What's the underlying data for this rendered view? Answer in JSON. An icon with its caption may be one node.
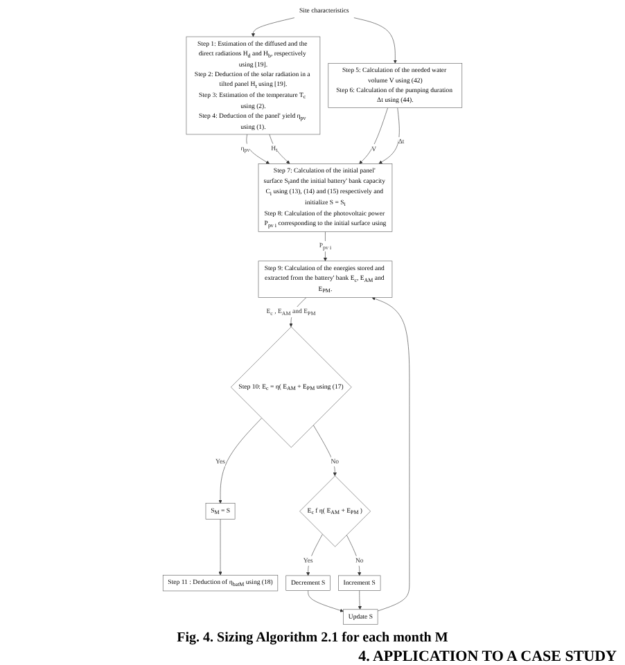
{
  "diagram": {
    "caption": "Fig. 4. Sizing Algorithm 2.1 for each month M",
    "nodes": [
      {
        "text": [
          "Site characteristics"
        ]
      },
      {
        "text": [
          "Step 1: Estimation of the diffused and the direct radiations H$_{d}$ and H$_{b}$, respectively using [19].",
          "Step 2: Deduction of the solar radiation in a tilted panel H$_{t}$ using [19].",
          "Step 3: Estimation of the temperature T$_{c}$ using (2).",
          "Step 4: Deduction of the panel' yield η$_{pv}$ using (1)."
        ]
      },
      {
        "text": [
          "Step 5: Calculation of the needed water volume V using (42)",
          "Step 6: Calculation of the pumping duration Δt using (44)."
        ]
      },
      {
        "text": [
          "Step 7: Calculation of the initial panel' surface S$_{i}$and the initial battery' bank capacity C$_{i}$ using (13), (14) and (15) respectively and initialize S = S$_{i}$",
          "Step 8: Calculation of the photovoltaic power P$_{pv i}$ corresponding to the initial surface using"
        ]
      },
      {
        "text": [
          "Step 9: Calculation of the energies stored and extracted from the battery' bank E$_{c}$, E$_{AM}$ and E$_{PM}$."
        ]
      },
      {
        "text": [
          "Step 10: E$_{c}$ = η( E$_{AM}$ + E$_{PM}$ using (17)"
        ]
      },
      {
        "text": [
          "S$_{M}$ = S"
        ]
      },
      {
        "text": [
          "Step 11 : Deduction of η$_{batM}$ using (18)"
        ]
      },
      {
        "text": [
          "E$_{c}$ f η( E$_{AM}$ + E$_{PM}$ )"
        ]
      },
      {
        "text": [
          "Decrement S"
        ]
      },
      {
        "text": [
          "Increment S"
        ]
      },
      {
        "text": [
          "Update S"
        ]
      }
    ],
    "edges": [
      {
        "from": 0,
        "to": 1,
        "arrow": "to"
      },
      {
        "from": 0,
        "to": 2,
        "arrow": "to"
      },
      {
        "from": 1,
        "to": 3,
        "arrow": "to",
        "label": "η$_{pv}$"
      },
      {
        "from": 1,
        "to": 3,
        "arrow": "to",
        "label": "H$_{t}$"
      },
      {
        "from": 2,
        "to": 3,
        "arrow": "to",
        "label": "V"
      },
      {
        "from": 2,
        "to": 3,
        "arrow": "to",
        "label": "Δt"
      },
      {
        "from": 3,
        "to": 4,
        "arrow": "to",
        "label": "P$_{pv i}$"
      },
      {
        "from": 4,
        "to": 5,
        "arrow": "to",
        "label": "E$_{c}$ , E$_{AM}$ and E$_{PM}$"
      },
      {
        "from": 5,
        "to": 6,
        "arrow": "to",
        "label": "Yes"
      },
      {
        "from": 6,
        "to": 7,
        "arrow": "to"
      },
      {
        "from": 5,
        "to": 8,
        "arrow": "to",
        "label": "No"
      },
      {
        "from": 8,
        "to": 9,
        "arrow": "to",
        "label": "Yes"
      },
      {
        "from": 8,
        "to": 10,
        "arrow": "to",
        "label": "No"
      },
      {
        "from": 9,
        "to": 11,
        "arrow": "to"
      },
      {
        "from": 10,
        "to": 11,
        "arrow": "to"
      },
      {
        "from": 11,
        "to": 4,
        "arrow": "to"
      }
    ],
    "labels": [
      "4. APPLICATION TO A CASE STUDY"
    ]
  }
}
